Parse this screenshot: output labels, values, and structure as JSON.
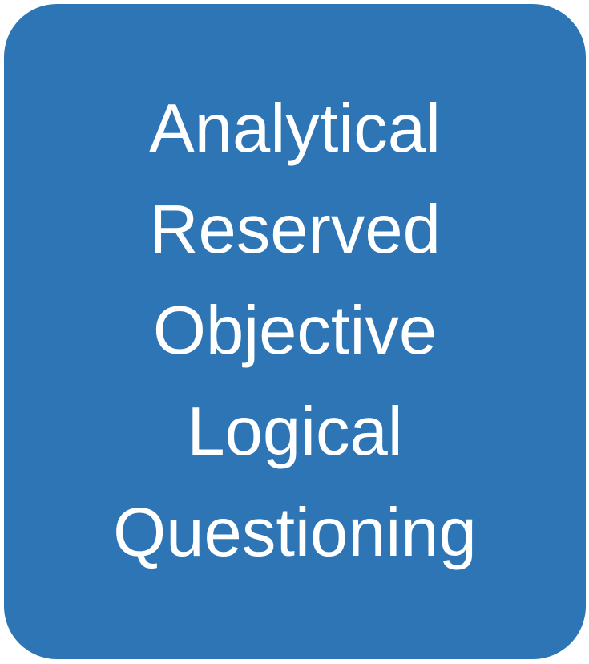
{
  "box": {
    "background_color": "#2E75B6",
    "text_color": "#FFFFFF",
    "lines": [
      "Analytical",
      "Reserved",
      "Objective",
      "Logical",
      "Questioning"
    ]
  }
}
